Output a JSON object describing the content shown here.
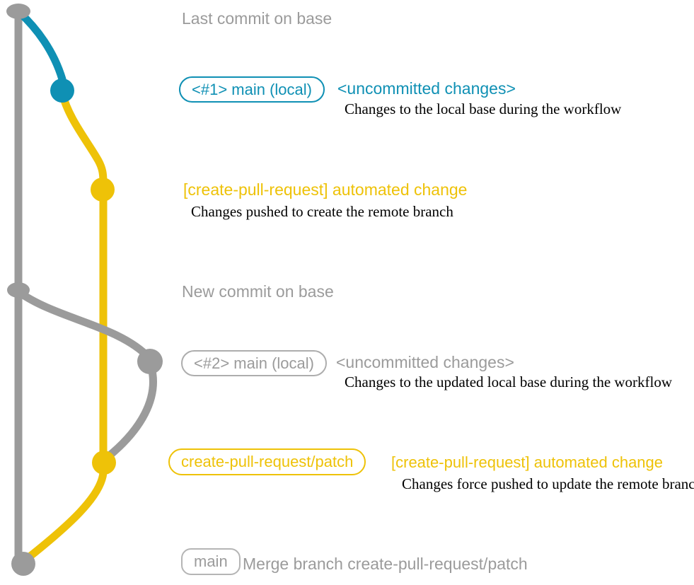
{
  "colors": {
    "gray": "#9b9b9b",
    "teal": "#0f90b4",
    "gold": "#eec208",
    "text_dark": "#000000"
  },
  "captions": {
    "last_commit": "Last commit on base",
    "new_commit": "New commit on base"
  },
  "row_main1": {
    "badge": "<#1> main (local)",
    "title": "<uncommitted changes>",
    "desc": "Changes to the local base during the workflow"
  },
  "row_cpr1": {
    "title": "[create-pull-request] automated change",
    "desc": "Changes pushed to create the remote branch"
  },
  "row_main2": {
    "badge": "<#2> main (local)",
    "title": "<uncommitted changes>",
    "desc": "Changes to the updated local base during the workflow"
  },
  "row_cpr2": {
    "badge": "create-pull-request/patch",
    "title": "[create-pull-request] automated change",
    "desc": "Changes force pushed to update the remote branch"
  },
  "row_merge": {
    "badge": "main",
    "title": "Merge branch create-pull-request/patch"
  }
}
